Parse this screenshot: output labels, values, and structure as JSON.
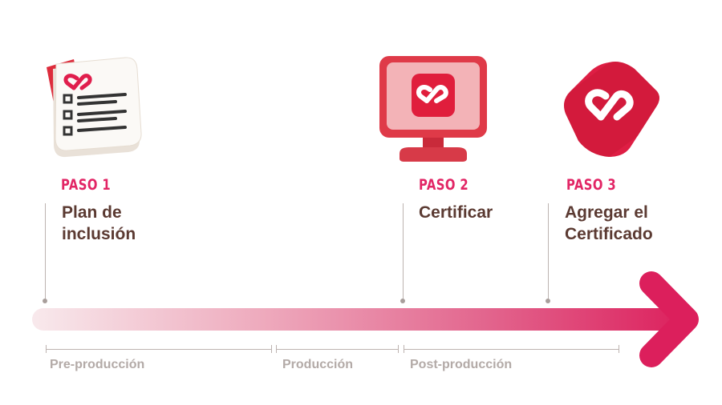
{
  "colors": {
    "accent": "#e22565",
    "accent_dark": "#c0163f",
    "title_text": "#5b3a32",
    "phase_text": "#b3aaa7",
    "line": "#bdb3b0"
  },
  "steps": [
    {
      "tag": "PASO 1",
      "title": "Plan de inclusión",
      "icon": "document-checklist-icon"
    },
    {
      "tag": "PASO 2",
      "title": "Certificar",
      "icon": "monitor-logo-icon"
    },
    {
      "tag": "PASO 3",
      "title_line1": "Agregar el",
      "title_line2": "Certificado",
      "icon": "shield-logo-icon"
    }
  ],
  "phases": [
    {
      "label": "Pre-producción"
    },
    {
      "label": "Producción"
    },
    {
      "label": "Post-producción"
    }
  ]
}
